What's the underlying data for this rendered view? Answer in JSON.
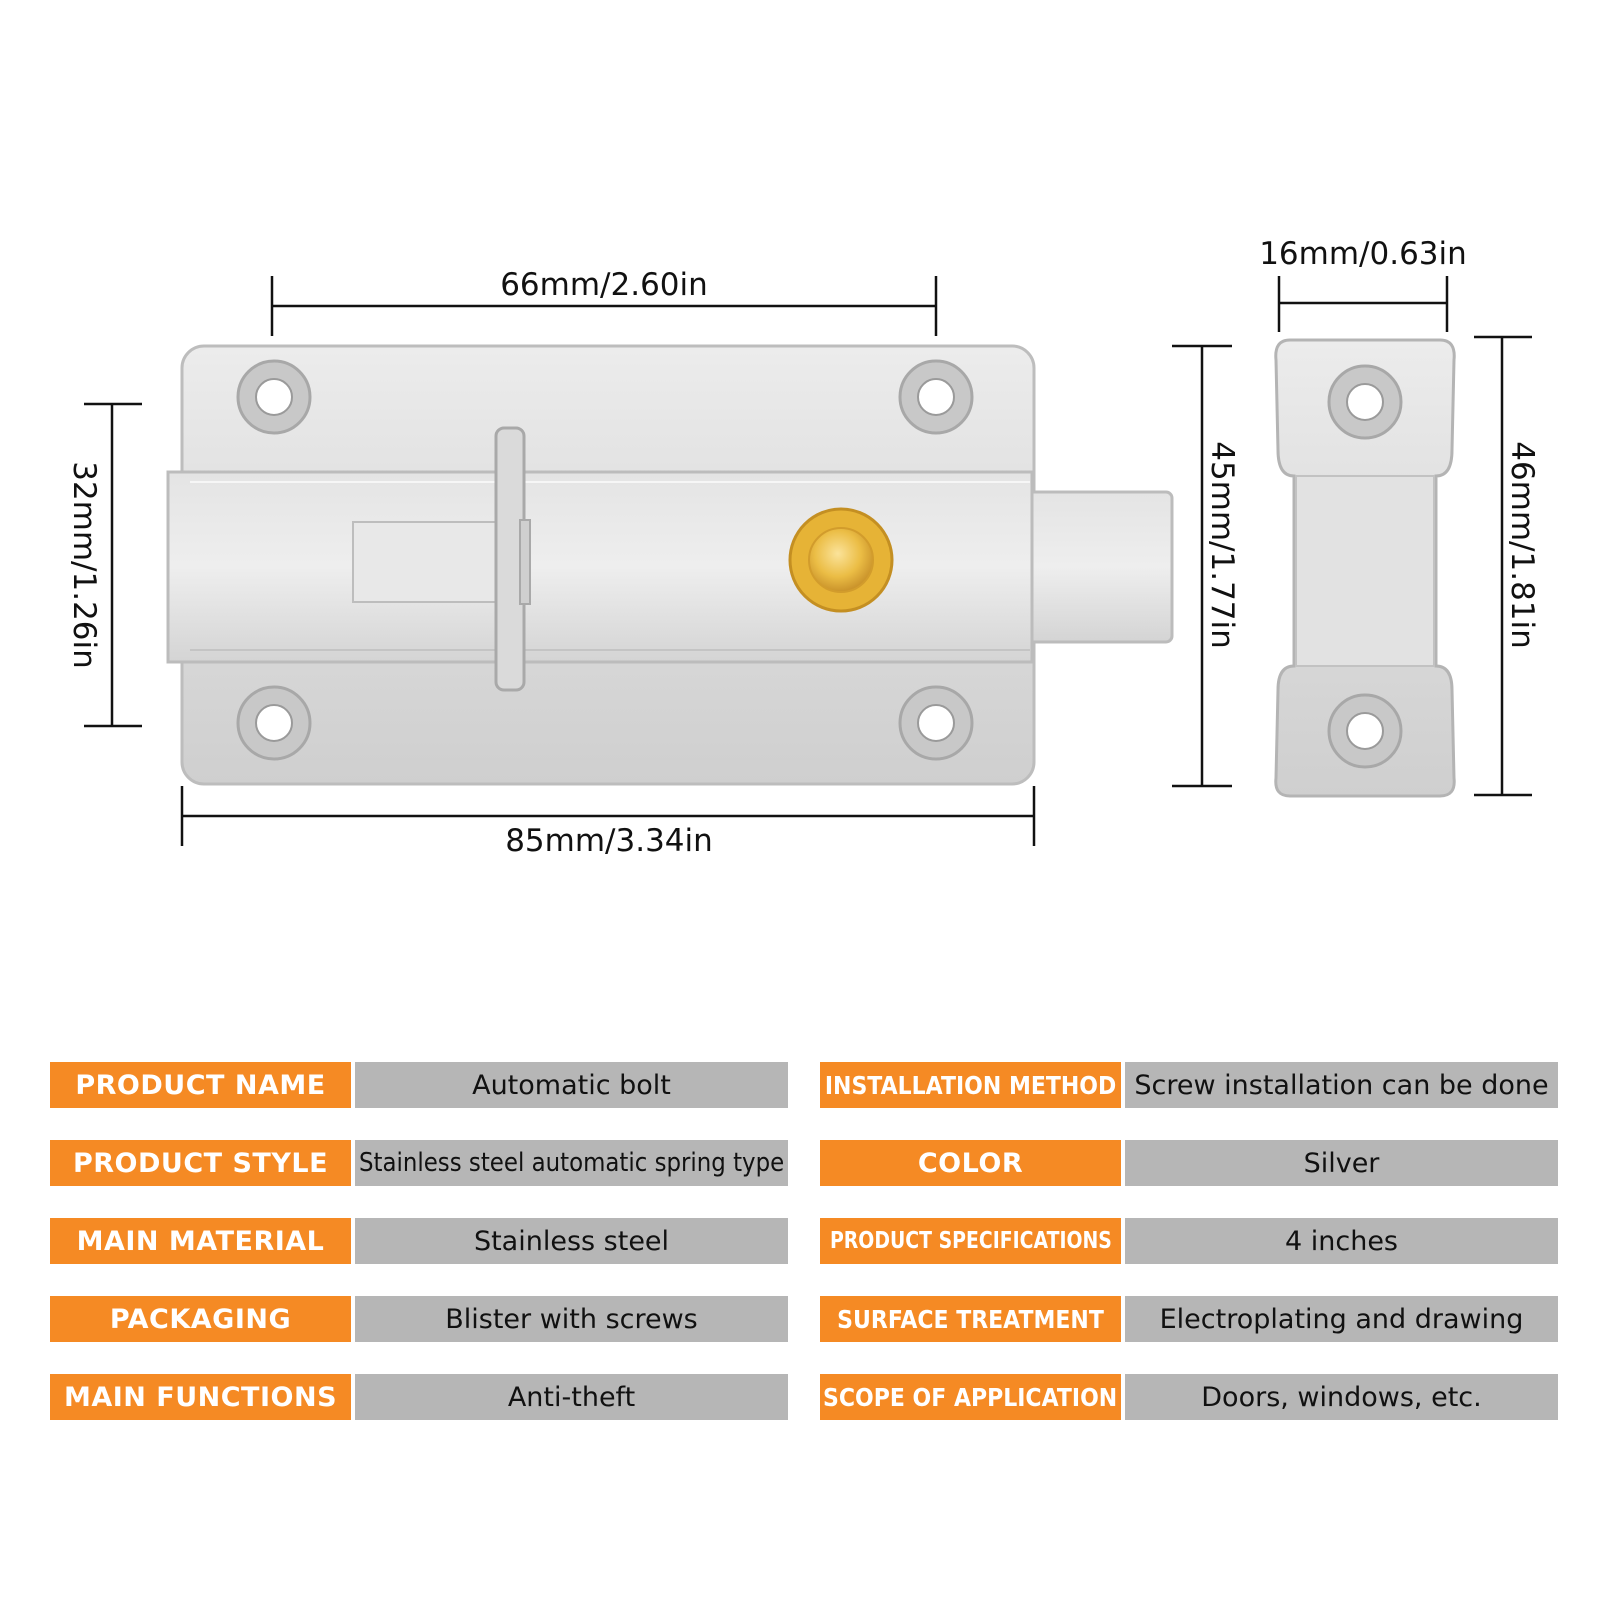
{
  "dimensions": {
    "top_width": "66mm/2.60in",
    "bottom_width": "85mm/3.34in",
    "left_height": "32mm/1.26in",
    "latch_height": "45mm/1.77in",
    "keeper_width": "16mm/0.63in",
    "keeper_height": "46mm/1.81in"
  },
  "colors": {
    "label_bg": "#f58a24",
    "value_bg": "#b6b6b6",
    "knob": "#e6b336",
    "metal": "#d9d9d9"
  },
  "specs_left": [
    {
      "label": "PRODUCT NAME",
      "value": "Automatic bolt"
    },
    {
      "label": "PRODUCT STYLE",
      "value": "Stainless steel automatic spring type"
    },
    {
      "label": "MAIN MATERIAL",
      "value": "Stainless steel"
    },
    {
      "label": "PACKAGING",
      "value": "Blister with screws"
    },
    {
      "label": "MAIN FUNCTIONS",
      "value": "Anti-theft"
    }
  ],
  "specs_right": [
    {
      "label": "INSTALLATION METHOD",
      "value": "Screw installation can be done"
    },
    {
      "label": "COLOR",
      "value": "Silver"
    },
    {
      "label": "PRODUCT SPECIFICATIONS",
      "value": "4 inches"
    },
    {
      "label": "SURFACE TREATMENT",
      "value": "Electroplating and drawing"
    },
    {
      "label": "SCOPE OF APPLICATION",
      "value": "Doors, windows, etc."
    }
  ]
}
